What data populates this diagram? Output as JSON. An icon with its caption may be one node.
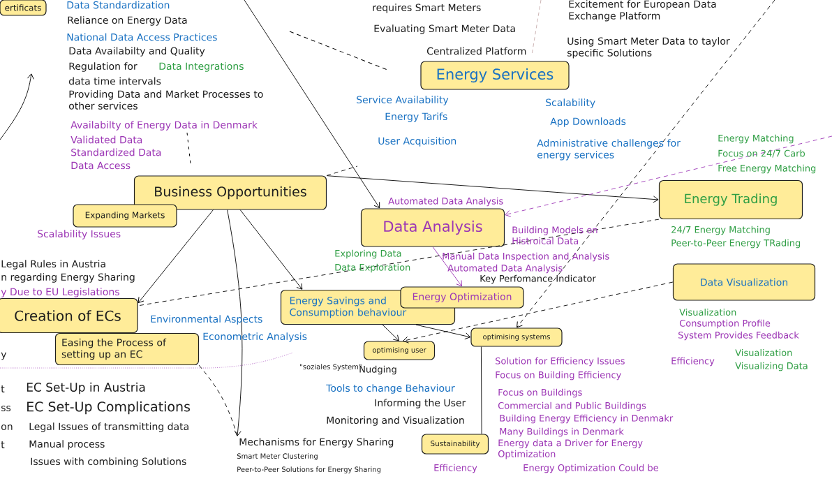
{
  "diagram": {
    "nodes": [
      {
        "text": [
          "ertificats"
        ]
      },
      {
        "text": [
          "Energy Services"
        ]
      },
      {
        "text": [
          "Business Opportunities"
        ]
      },
      {
        "text": [
          "Expanding Markets"
        ]
      },
      {
        "text": [
          "Energy Trading"
        ]
      },
      {
        "text": [
          "Data Analysis"
        ]
      },
      {
        "text": [
          "Data Visualization"
        ]
      },
      {
        "text": [
          "Creation of ECs"
        ]
      },
      {
        "text": [
          "Energy Savings and Consumption behaviour"
        ]
      },
      {
        "text": [
          "Energy Optimization"
        ]
      },
      {
        "text": [
          "optimising user"
        ]
      },
      {
        "text": [
          "optimising systems"
        ]
      },
      {
        "text": [
          "Easing the Process of setting up an EC"
        ]
      },
      {
        "text": [
          "Sustainability"
        ]
      },
      {
        "text": [
          "Mechanisms for Energy Sharing"
        ]
      }
    ],
    "edges": [
      {
        "from": 2,
        "to": 4,
        "arrow": "to"
      },
      {
        "from": null,
        "to": 5,
        "arrow": "to"
      },
      {
        "from": 2,
        "to": 7,
        "arrow": "to"
      },
      {
        "from": 2,
        "to": 8,
        "arrow": "to"
      },
      {
        "from": 2,
        "to": 14,
        "arrow": "to"
      },
      {
        "from": 2,
        "to": null,
        "arrow": "none",
        "style": "dashed"
      },
      {
        "from": 5,
        "to": 9,
        "arrow": "to",
        "color": "#9c36b5"
      },
      {
        "from": 8,
        "to": 10,
        "arrow": "to"
      },
      {
        "from": 8,
        "to": 11,
        "arrow": "to"
      },
      {
        "from": 6,
        "to": 10,
        "arrow": "to",
        "style": "dashed"
      },
      {
        "from": 4,
        "to": 7,
        "arrow": "none",
        "style": "dashed"
      },
      {
        "from": null,
        "to": 11,
        "arrow": "to",
        "style": "dashed"
      },
      {
        "from": null,
        "to": 5,
        "arrow": "to",
        "style": "dashed",
        "color": "#9c36b5"
      },
      {
        "from": 11,
        "to": 13,
        "arrow": "none"
      },
      {
        "from": 12,
        "to": 14,
        "arrow": "none",
        "style": "dashed"
      }
    ],
    "labels": [
      "Data Standardization",
      "Reliance on Energy Data",
      "National Data Access Practices",
      "Data Availabilty and Quality",
      "Regulation for",
      "Data Integrations",
      "data time intervals",
      "Providing Data and Market Processes to other services",
      "Availabilty of Energy Data in Denmark",
      "Validated Data",
      "Standardized Data",
      "Data Access",
      "requires Smart Meters",
      "Evaluating Smart Meter Data",
      "Centralized Platform",
      "Excitement for European Data Exchange Platform",
      "Using Smart Meter Data to taylor specific Solutions",
      "Service Availability",
      "Energy Tarifs",
      "User Acquisition",
      "Scalability",
      "App Downloads",
      "Administrative challenges for energy services",
      "Energy Matching",
      "Focus on 24/7 Carb",
      "Free Energy Matching",
      "24/7 Energy Matching",
      "Peer-to-Peer Energy TRading",
      "Scalability Issues",
      "Legal Rules in Austria",
      "n regarding Energy Sharing",
      "y Due to EU Legislations",
      "Automated Data Analysis",
      "Building Models on Histroical Data",
      "Exploring Data",
      "Data Exploration",
      "Manual Data Inspection and Analysis",
      "Automated Data Analysis",
      "Key Perfomance Indicator",
      "Environmental Aspects",
      "Econometric Analysis",
      "Visualization",
      "Consumption Profile",
      "System Provides Feedback",
      "Visualization",
      "Visualizing Data",
      "\"soziales System\"",
      "Nudging",
      "Tools to change Behaviour",
      "Informing the User",
      "Monitoring and Visualization",
      "Smart Meter Clustering",
      "Peer-to-Peer Solutions for Energy Sharing",
      "Efficiency",
      "Solution for Efficiency Issues",
      "Efficiency",
      "Focus on Building Efficiency",
      "Focus on Buildings",
      "Commercial and Public Buildings",
      "Building Energy Efficiency in Denmakr",
      "Many Buildings in Denmark",
      "Energy data a Driver for Energy Optimization",
      "Energy Optimization Could be",
      "EC Set-Up in Austria",
      "EC Set-Up Complications",
      "Legal Issues of transmitting data",
      "Manual process",
      "Issues with combining Solutions",
      "y",
      "t",
      "ss",
      "on",
      "t"
    ]
  }
}
